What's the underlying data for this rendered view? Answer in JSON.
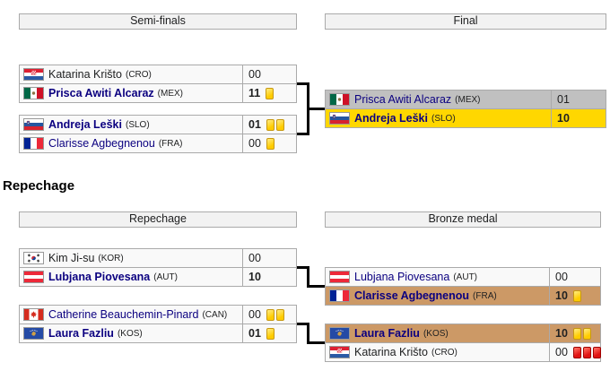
{
  "headers": {
    "semifinals": "Semi-finals",
    "final": "Final",
    "repechage_heading": "Repechage",
    "repechage": "Repechage",
    "bronze": "Bronze medal"
  },
  "colors": {
    "gold": "#ffd700",
    "silver": "#c0c0c0",
    "bronze": "#cc9966",
    "row-bg": "#f9f9f9",
    "header-bg": "#f2f2f2",
    "border": "#aaaaaa",
    "link": "#0b0080",
    "yellow-card": "#ffcc00",
    "red-card": "#e01212",
    "connector": "#000000"
  },
  "matches": {
    "sf1": {
      "title": "Semi-final 1",
      "teams": [
        {
          "flag": "CRO",
          "name": "Katarina Krišto",
          "nat": "(CRO)",
          "score": "00",
          "winner": false,
          "link": false,
          "highlight": null,
          "cards": []
        },
        {
          "flag": "MEX",
          "name": "Prisca Awiti Alcaraz",
          "nat": "(MEX)",
          "score": "11",
          "winner": true,
          "link": true,
          "highlight": null,
          "cards": [
            "yellow"
          ]
        }
      ]
    },
    "sf2": {
      "title": "Semi-final 2",
      "teams": [
        {
          "flag": "SLO",
          "name": "Andreja Leški",
          "nat": "(SLO)",
          "score": "01",
          "winner": true,
          "link": true,
          "highlight": null,
          "cards": [
            "yellow",
            "yellow"
          ]
        },
        {
          "flag": "FRA",
          "name": "Clarisse Agbegnenou",
          "nat": "(FRA)",
          "score": "00",
          "winner": false,
          "link": true,
          "highlight": null,
          "cards": [
            "yellow"
          ]
        }
      ]
    },
    "final": {
      "title": "Final",
      "teams": [
        {
          "flag": "MEX",
          "name": "Prisca Awiti Alcaraz",
          "nat": "(MEX)",
          "score": "01",
          "winner": false,
          "link": true,
          "highlight": "silver",
          "cards": []
        },
        {
          "flag": "SLO",
          "name": "Andreja Leški",
          "nat": "(SLO)",
          "score": "10",
          "winner": true,
          "link": true,
          "highlight": "gold",
          "cards": []
        }
      ]
    },
    "rep1": {
      "title": "Repechage 1",
      "teams": [
        {
          "flag": "KOR",
          "name": "Kim Ji-su",
          "nat": "(KOR)",
          "score": "00",
          "winner": false,
          "link": false,
          "highlight": null,
          "cards": []
        },
        {
          "flag": "AUT",
          "name": "Lubjana Piovesana",
          "nat": "(AUT)",
          "score": "10",
          "winner": true,
          "link": true,
          "highlight": null,
          "cards": []
        }
      ]
    },
    "rep2": {
      "title": "Repechage 2",
      "teams": [
        {
          "flag": "CAN",
          "name": "Catherine Beauchemin-Pinard",
          "nat": "(CAN)",
          "score": "00",
          "winner": false,
          "link": true,
          "highlight": null,
          "cards": [
            "yellow",
            "yellow"
          ]
        },
        {
          "flag": "KOS",
          "name": "Laura Fazliu",
          "nat": "(KOS)",
          "score": "01",
          "winner": true,
          "link": true,
          "highlight": null,
          "cards": [
            "yellow"
          ]
        }
      ]
    },
    "bz1": {
      "title": "Bronze medal 1",
      "teams": [
        {
          "flag": "AUT",
          "name": "Lubjana Piovesana",
          "nat": "(AUT)",
          "score": "00",
          "winner": false,
          "link": true,
          "highlight": null,
          "cards": []
        },
        {
          "flag": "FRA",
          "name": "Clarisse Agbegnenou",
          "nat": "(FRA)",
          "score": "10",
          "winner": true,
          "link": true,
          "highlight": "bronze",
          "cards": [
            "yellow"
          ]
        }
      ]
    },
    "bz2": {
      "title": "Bronze medal 2",
      "teams": [
        {
          "flag": "KOS",
          "name": "Laura Fazliu",
          "nat": "(KOS)",
          "score": "10",
          "winner": true,
          "link": true,
          "highlight": "bronze",
          "cards": [
            "yellow",
            "yellow"
          ]
        },
        {
          "flag": "CRO",
          "name": "Katarina Krišto",
          "nat": "(CRO)",
          "score": "00",
          "winner": false,
          "link": false,
          "highlight": null,
          "cards": [
            "red",
            "red",
            "red"
          ]
        }
      ]
    }
  }
}
